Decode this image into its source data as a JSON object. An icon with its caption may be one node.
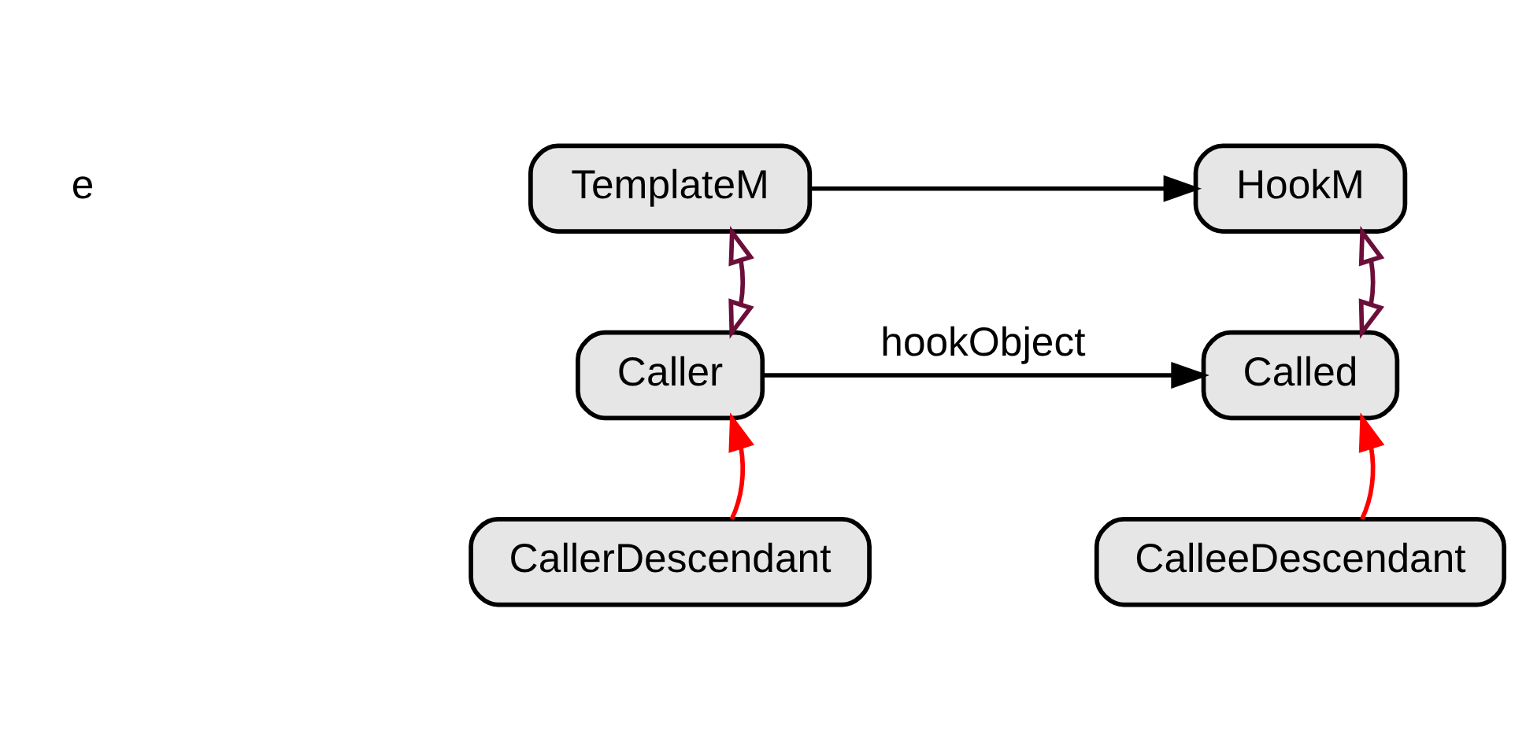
{
  "diagram": {
    "nodes": [
      {
        "text": [
          "TemplateM"
        ]
      },
      {
        "text": [
          "HookM"
        ]
      },
      {
        "text": [
          "Caller"
        ]
      },
      {
        "text": [
          "Called"
        ]
      },
      {
        "text": [
          "CallerDescendant"
        ]
      },
      {
        "text": [
          "CalleeDescendant"
        ]
      }
    ],
    "edges": [
      {
        "from": 0,
        "to": 1,
        "arrow": "to"
      },
      {
        "from": 0,
        "to": 2,
        "arrow": "both",
        "color": "#6b0f3a"
      },
      {
        "from": 1,
        "to": 3,
        "arrow": "both",
        "color": "#6b0f3a"
      },
      {
        "from": 2,
        "to": 3,
        "arrow": "to",
        "label": "hookObject"
      },
      {
        "from": 4,
        "to": 2,
        "arrow": "to",
        "color": "#ff0000"
      },
      {
        "from": 5,
        "to": 3,
        "arrow": "to",
        "color": "#ff0000"
      }
    ],
    "labels": [
      "e"
    ]
  }
}
